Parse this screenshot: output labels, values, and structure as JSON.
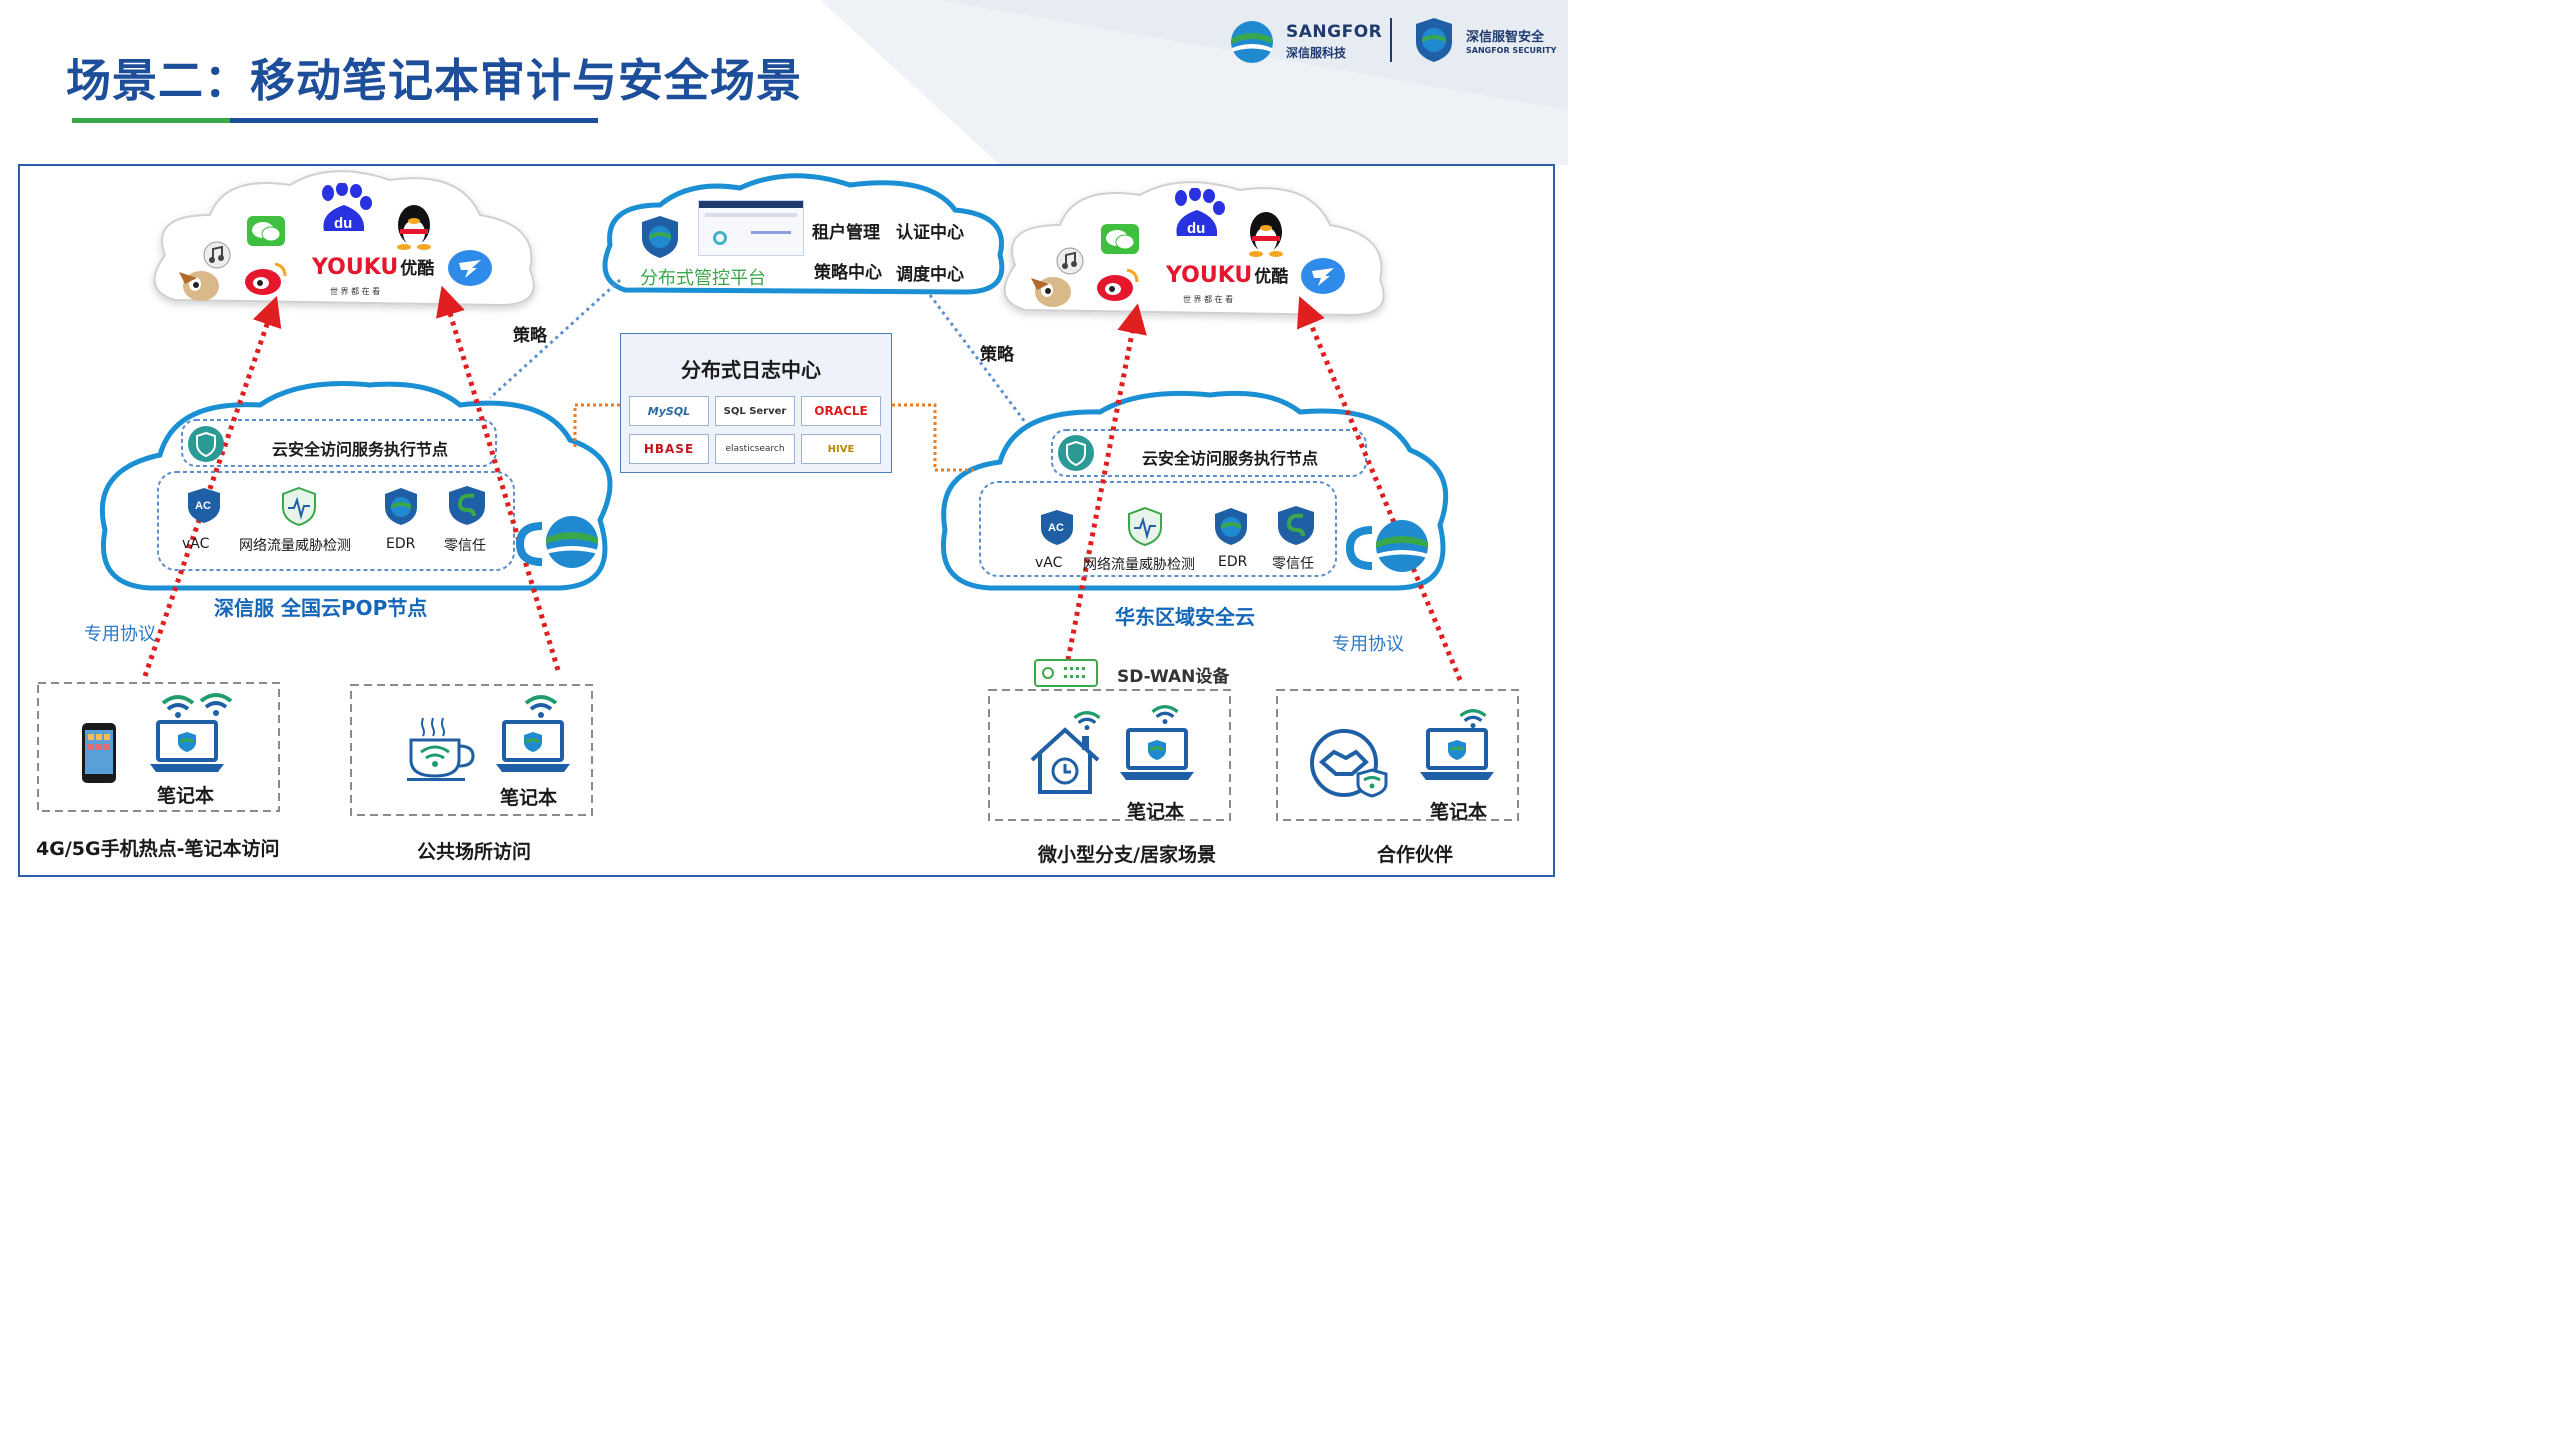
{
  "title": "场景二：移动笔记本审计与安全场景",
  "logos": {
    "sangfor_name": "SANGFOR",
    "sangfor_cn": "深信服科技",
    "security_cn": "深信服智安全",
    "security_en": "SANGFOR SECURITY"
  },
  "apps_cloud": {
    "youku": "YOUKU",
    "youku_cn": "优酷",
    "youku_slogan": "世 界 都 在 看",
    "baidu": "du"
  },
  "mgmt_platform": {
    "name": "分布式管控平台",
    "items": [
      "租户管理",
      "认证中心",
      "策略中心",
      "调度中心"
    ]
  },
  "policy_label": "策略",
  "log_center": {
    "title": "分布式日志中心",
    "dbs": [
      "MySQL",
      "SQL Server",
      "ORACLE",
      "HBASE",
      "elasticsearch",
      "HIVE"
    ]
  },
  "left_pop": {
    "exec_node": "云安全访问服务执行节点",
    "features": [
      "vAC",
      "网络流量威胁检测",
      "EDR",
      "零信任"
    ],
    "ac_badge": "AC",
    "name": "深信服 全国云POP节点"
  },
  "right_pop": {
    "exec_node": "云安全访问服务执行节点",
    "features": [
      "vAC",
      "网络流量威胁检测",
      "EDR",
      "零信任"
    ],
    "ac_badge": "AC",
    "name": "华东区域安全云"
  },
  "dedicated_protocol": "专用协议",
  "sdwan_device": "SD-WAN设备",
  "laptop": "笔记本",
  "scenes": [
    "4G/5G手机热点-笔记本访问",
    "公共场所访问",
    "微小型分支/居家场景",
    "合作伙伴"
  ],
  "colors": {
    "title": "#1d4e9a",
    "cloud_stroke": "#1a8fd4",
    "arrow": "#e02020",
    "dotted_link": "#5b8fce",
    "orange_link": "#f07a1a",
    "green_accent": "#3aa84a"
  }
}
